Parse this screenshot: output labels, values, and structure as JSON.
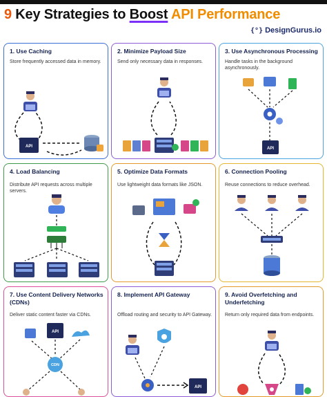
{
  "header": {
    "title_num": "9",
    "title_pre": "Key Strategies to",
    "title_boost": "Boost",
    "title_hl": "API Performance",
    "brand_logo": "{°}",
    "brand_name": "DesignGurus.io"
  },
  "cards": [
    {
      "title": "1. Use Caching",
      "desc": "Store frequently accessed data in memory."
    },
    {
      "title": "2. Minimize Payload Size",
      "desc": "Send only necessary data in responses."
    },
    {
      "title": "3. Use Asynchronous Processing",
      "desc": "Handle tasks in the background asynchronously."
    },
    {
      "title": "4. Load Balancing",
      "desc": "Distribute API requests across multiple servers."
    },
    {
      "title": "5. Optimize Data Formats",
      "desc": "Use lightweight data formats like JSON."
    },
    {
      "title": "6. Connection Pooling",
      "desc": "Reuse connections to reduce overhead."
    },
    {
      "title": "7. Use Content Delivery Networks (CDNs)",
      "desc": "Deliver static content faster via CDNs."
    },
    {
      "title": "8. Implement API Gateway",
      "desc": "Offload routing and security to API Gateway."
    },
    {
      "title": "9. Avoid Overfetching and Underfetching",
      "desc": "Return only required data from endpoints."
    }
  ],
  "labels": {
    "api": "API",
    "cdn": "CDN"
  },
  "colors": {
    "navy": "#15224f",
    "accent_orange": "#f08c00",
    "underline_purple": "#7b2ff7"
  }
}
